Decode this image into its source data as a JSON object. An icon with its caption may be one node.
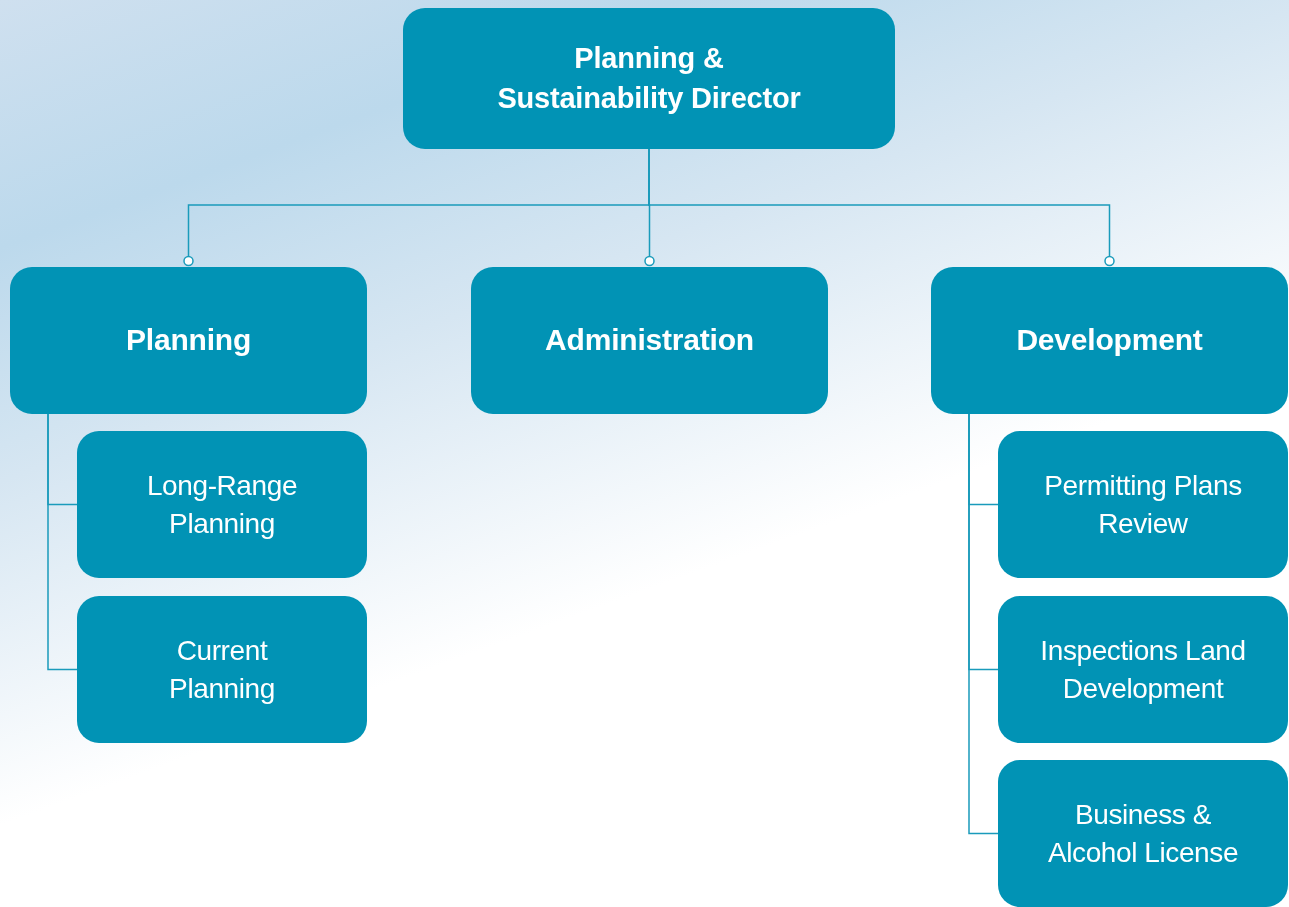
{
  "diagram": {
    "nodes": [
      {
        "text": [
          "Planning & Sustainability Director"
        ]
      },
      {
        "text": [
          "Planning"
        ]
      },
      {
        "text": [
          "Administration"
        ]
      },
      {
        "text": [
          "Development"
        ]
      },
      {
        "text": [
          "Long-Range Planning"
        ]
      },
      {
        "text": [
          "Current Planning"
        ]
      },
      {
        "text": [
          "Permitting Plans Review"
        ]
      },
      {
        "text": [
          "Inspections Land Development"
        ]
      },
      {
        "text": [
          "Business & Alcohol License"
        ]
      }
    ],
    "edges": [
      {
        "from": 0,
        "to": 1,
        "arrow": "other"
      },
      {
        "from": 0,
        "to": 2,
        "arrow": "other"
      },
      {
        "from": 0,
        "to": 3,
        "arrow": "other"
      },
      {
        "from": 1,
        "to": 4,
        "arrow": "none"
      },
      {
        "from": 1,
        "to": 5,
        "arrow": "none"
      },
      {
        "from": 3,
        "to": 6,
        "arrow": "none"
      },
      {
        "from": 3,
        "to": 7,
        "arrow": "none"
      },
      {
        "from": 3,
        "to": 8,
        "arrow": "none"
      }
    ]
  }
}
